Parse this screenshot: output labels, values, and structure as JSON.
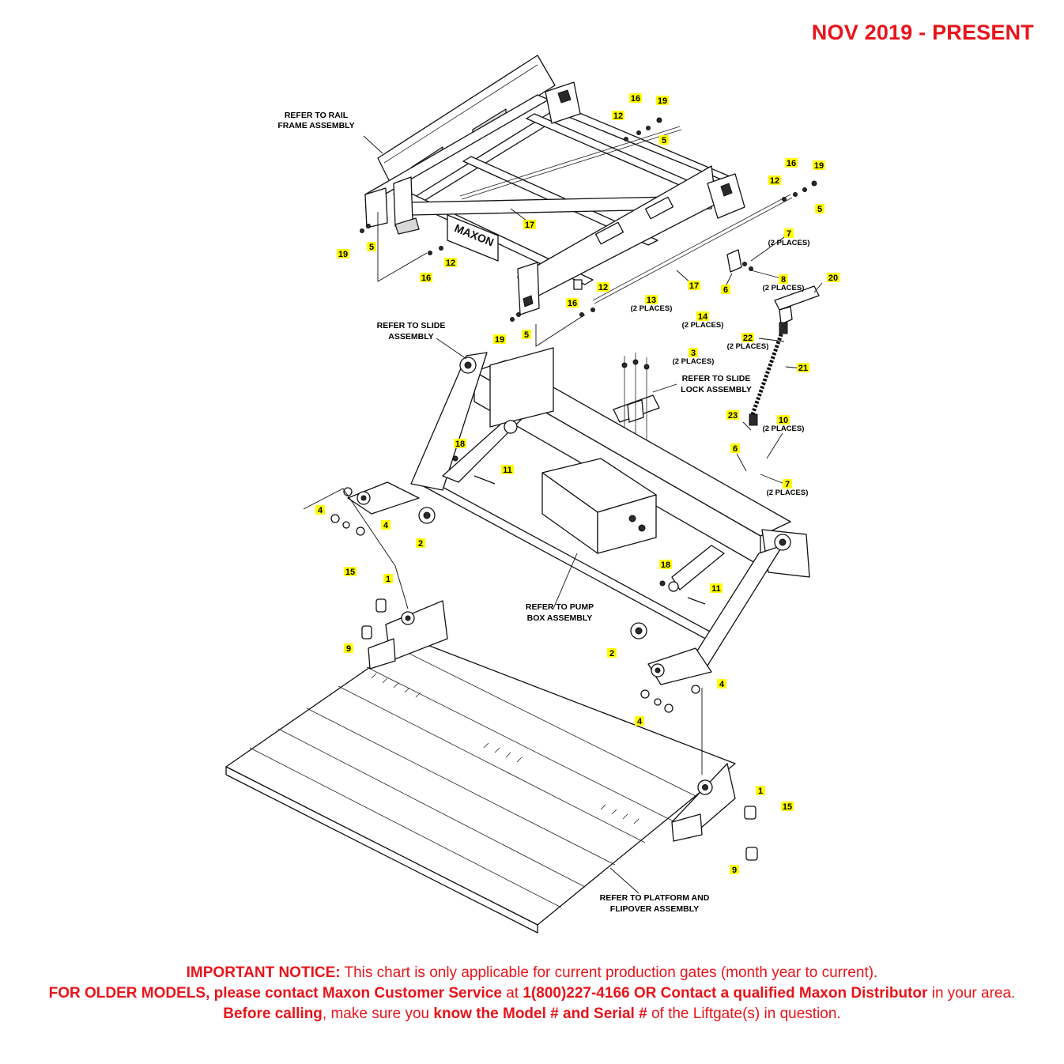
{
  "header": {
    "title": "NOV 2019 - PRESENT"
  },
  "callouts": [
    {
      "id": "c-16a",
      "num": "16"
    },
    {
      "id": "c-19a",
      "num": "19"
    },
    {
      "id": "c-12a",
      "num": "12"
    },
    {
      "id": "c-5a",
      "num": "5"
    },
    {
      "id": "c-16b",
      "num": "16"
    },
    {
      "id": "c-19b",
      "num": "19"
    },
    {
      "id": "c-12b",
      "num": "12"
    },
    {
      "id": "c-5b",
      "num": "5"
    },
    {
      "id": "c-17a",
      "num": "17"
    },
    {
      "id": "c-19c",
      "num": "19"
    },
    {
      "id": "c-5c",
      "num": "5"
    },
    {
      "id": "c-12c",
      "num": "12"
    },
    {
      "id": "c-16c",
      "num": "16"
    },
    {
      "id": "c-7a",
      "num": "7",
      "places": "(2 PLACES)"
    },
    {
      "id": "c-8",
      "num": "8",
      "places": "(2 PLACES)"
    },
    {
      "id": "c-6a",
      "num": "6"
    },
    {
      "id": "c-20",
      "num": "20"
    },
    {
      "id": "c-17b",
      "num": "17"
    },
    {
      "id": "c-12d",
      "num": "12"
    },
    {
      "id": "c-16d",
      "num": "16"
    },
    {
      "id": "c-13",
      "num": "13",
      "places": "(2 PLACES)"
    },
    {
      "id": "c-14",
      "num": "14",
      "places": "(2 PLACES)"
    },
    {
      "id": "c-19d",
      "num": "19"
    },
    {
      "id": "c-5d",
      "num": "5"
    },
    {
      "id": "c-22",
      "num": "22",
      "places": "(2 PLACES)"
    },
    {
      "id": "c-3",
      "num": "3",
      "places": "(2 PLACES)"
    },
    {
      "id": "c-21",
      "num": "21"
    },
    {
      "id": "c-23",
      "num": "23"
    },
    {
      "id": "c-10",
      "num": "10",
      "places": "(2 PLACES)"
    },
    {
      "id": "c-18a",
      "num": "18"
    },
    {
      "id": "c-6b",
      "num": "6"
    },
    {
      "id": "c-11a",
      "num": "11"
    },
    {
      "id": "c-7b",
      "num": "7",
      "places": "(2 PLACES)"
    },
    {
      "id": "c-4a",
      "num": "4"
    },
    {
      "id": "c-4b",
      "num": "4"
    },
    {
      "id": "c-2a",
      "num": "2"
    },
    {
      "id": "c-15a",
      "num": "15"
    },
    {
      "id": "c-1a",
      "num": "1"
    },
    {
      "id": "c-18b",
      "num": "18"
    },
    {
      "id": "c-11b",
      "num": "11"
    },
    {
      "id": "c-9a",
      "num": "9"
    },
    {
      "id": "c-2b",
      "num": "2"
    },
    {
      "id": "c-4c",
      "num": "4"
    },
    {
      "id": "c-4d",
      "num": "4"
    },
    {
      "id": "c-1b",
      "num": "1"
    },
    {
      "id": "c-15b",
      "num": "15"
    },
    {
      "id": "c-9b",
      "num": "9"
    }
  ],
  "notes": {
    "rail_frame": [
      "REFER TO RAIL",
      "FRAME ASSEMBLY"
    ],
    "slide": [
      "REFER TO SLIDE",
      "ASSEMBLY"
    ],
    "slide_lock": [
      "REFER TO SLIDE",
      "LOCK ASSEMBLY"
    ],
    "pump_box": [
      "REFER TO PUMP",
      "BOX ASSEMBLY"
    ],
    "platform": [
      "REFER TO PLATFORM AND",
      "FLIPOVER ASSEMBLY"
    ]
  },
  "notice": {
    "lead_bold": "IMPORTANT NOTICE:",
    "lead_text": " This chart is only applicable for current production gates (month year to current).",
    "older_bold": "FOR OLDER MODELS, please contact Maxon Customer Service",
    "at_text": " at ",
    "phone_bold": "1(800)227-4166 OR Contact a qualified Maxon Distributor",
    "area_text": " in your area. ",
    "before_bold": "Before calling",
    "make_text": ", make sure you ",
    "know_bold": "know the Model # and Serial #",
    "tail_text": " of the Liftgate(s) in question."
  }
}
